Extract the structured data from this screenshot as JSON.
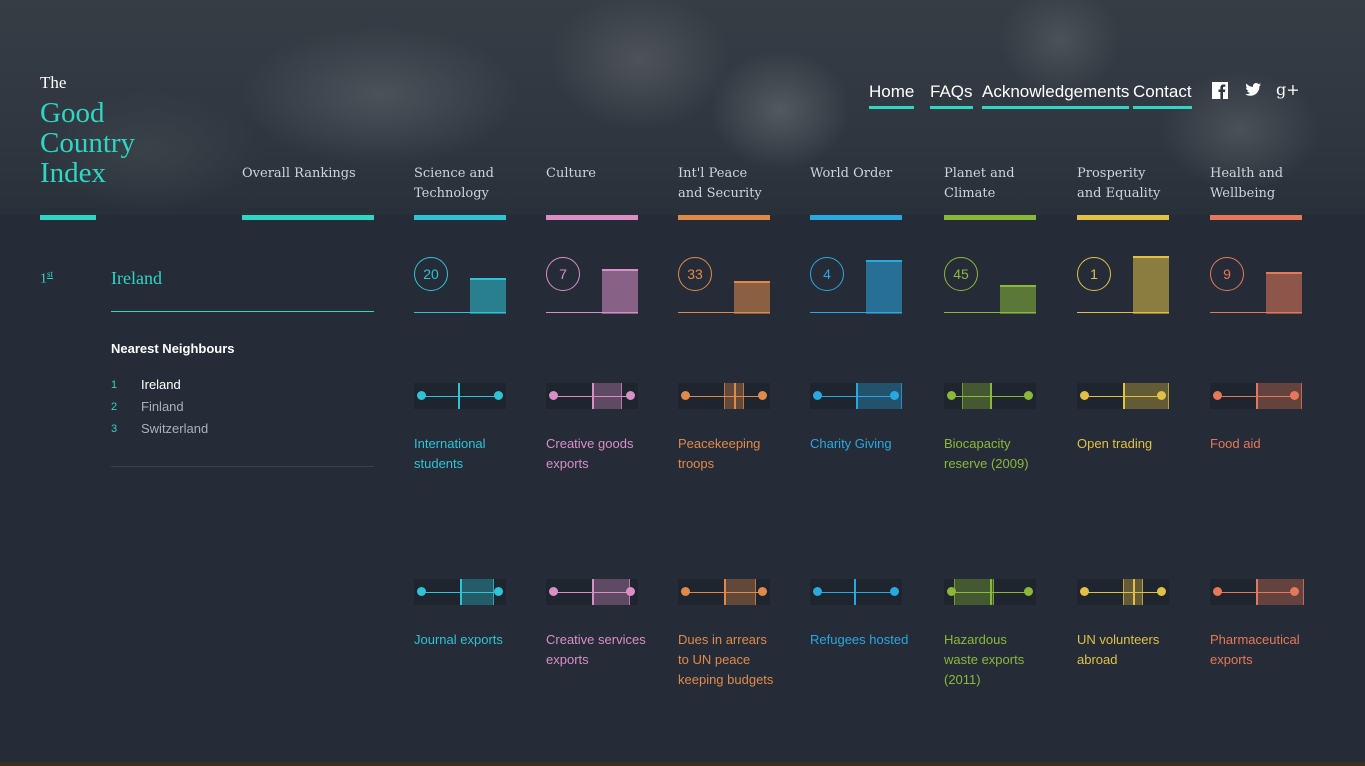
{
  "logo": {
    "the": "The",
    "main": "Good Country Index"
  },
  "nav": {
    "items": [
      "Home",
      "FAQs",
      "Acknowledgements",
      "Contact"
    ],
    "social": [
      "facebook-icon",
      "twitter-icon",
      "google-plus-icon"
    ],
    "social_glyphs": [
      "f",
      "t",
      "g+"
    ]
  },
  "categories": [
    {
      "title": "Overall Rankings",
      "color": "#2fd6c3"
    },
    {
      "title": "Science and Technology",
      "color": "#2ec4d6",
      "rank": "20",
      "score": 0.6
    },
    {
      "title": "Culture",
      "color": "#d88fc6",
      "rank": "7",
      "score": 0.75
    },
    {
      "title": "Int'l Peace and Security",
      "color": "#e08a4a",
      "rank": "33",
      "score": 0.55
    },
    {
      "title": "World Order",
      "color": "#2aa8e0",
      "rank": "4",
      "score": 0.92
    },
    {
      "title": "Planet and Climate",
      "color": "#8ab83a",
      "rank": "45",
      "score": 0.48
    },
    {
      "title": "Prosperity and Equality",
      "color": "#e0c045",
      "rank": "1",
      "score": 0.98
    },
    {
      "title": "Health and Wellbeing",
      "color": "#e5785a",
      "rank": "9",
      "score": 0.7
    }
  ],
  "country": {
    "rank": "1",
    "rank_suffix": "st",
    "name": "Ireland"
  },
  "nearest": {
    "title": "Nearest Neighbours",
    "items": [
      {
        "num": "1",
        "name": "Ireland"
      },
      {
        "num": "2",
        "name": "Finland"
      },
      {
        "num": "3",
        "name": "Switzerland"
      }
    ]
  },
  "indicators_row1": [
    {
      "label": "International students"
    },
    {
      "label": "Creative goods exports"
    },
    {
      "label": "Peacekeeping troops"
    },
    {
      "label": "Charity Giving"
    },
    {
      "label": "Biocapacity reserve (2009)"
    },
    {
      "label": "Open trading"
    },
    {
      "label": "Food aid"
    }
  ],
  "indicators_row2": [
    {
      "label": "Journal exports"
    },
    {
      "label": "Creative services exports"
    },
    {
      "label": "Dues in arrears to UN peace keeping budgets"
    },
    {
      "label": "Refugees hosted"
    },
    {
      "label": "Hazardous waste exports (2011)"
    },
    {
      "label": "UN volunteers abroad"
    },
    {
      "label": "Pharmaceutical exports"
    }
  ]
}
